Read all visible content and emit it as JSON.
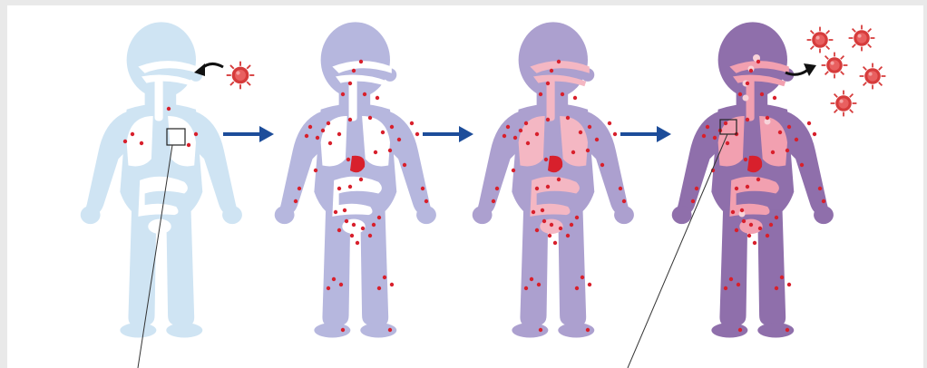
{
  "figure": {
    "stages": [
      {
        "id": "stage-1",
        "skin": "#cfe4f3",
        "organ": "#ffffff",
        "dots": "few",
        "organs_infected": false
      },
      {
        "id": "stage-2",
        "skin": "#b6b7de",
        "organ": "#ffffff",
        "dots": "many",
        "organs_infected": false
      },
      {
        "id": "stage-3",
        "skin": "#aca0cf",
        "organ": "#f4b7c3",
        "dots": "many",
        "organs_infected": true
      },
      {
        "id": "stage-4",
        "skin": "#8f6fab",
        "organ": "#f2a0b0",
        "dots": "many",
        "organs_infected": true
      }
    ],
    "arrow_color": "#1d4d9a",
    "dot_color": "#d8202c",
    "virus_color": "#d63b3b",
    "virus_entering_count": 1,
    "virus_leaving_count": 5,
    "icons": [
      "right-arrow-icon",
      "curved-arrow-icon",
      "virus-icon",
      "zoom-box-icon"
    ]
  }
}
